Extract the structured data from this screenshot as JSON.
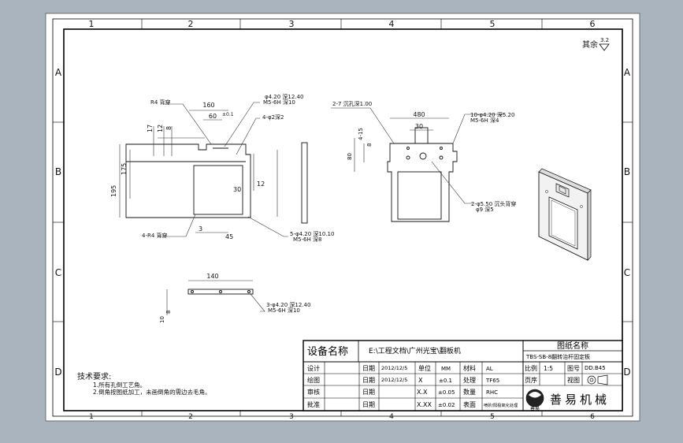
{
  "grid": {
    "columns": [
      "1",
      "2",
      "3",
      "4",
      "5",
      "6"
    ],
    "rows": [
      "A",
      "B",
      "C",
      "D"
    ]
  },
  "roughness": {
    "prefix": "其余",
    "value": "3.2"
  },
  "front_view": {
    "dims": {
      "w160": "160",
      "w60": "60",
      "tol60": "±0.1",
      "h195": "195",
      "h175": "175",
      "h17": "17",
      "h12": "12",
      "h8": "8",
      "d30": "30",
      "d12": "12",
      "d3": "3",
      "d45": "45"
    },
    "callouts": {
      "r4_top": "R4 背穿",
      "hole_top_1": "φ4.20 深12.40",
      "hole_top_2": "M5-6H 深10",
      "hole_right": "4-φ2深2",
      "r4_bottom": "4-R4 背穿",
      "hole_bottom_1": "5-φ4.20 深10.10",
      "hole_bottom_2": "M5-6H 深8"
    }
  },
  "side_view": {
    "dims": {
      "w480": "480",
      "w30": "30",
      "h8": "8",
      "h15": "4-15",
      "h80": "80"
    },
    "callouts": {
      "top_left": "2-7 沉孔深1.00",
      "top_right_1": "10-φ4.20 深5.20",
      "top_right_2": "M5-6H 深4",
      "bottom_1": "2-φ5.50 沉头背穿",
      "bottom_2": "φ9 深5"
    }
  },
  "bottom_view": {
    "dims": {
      "w140": "140",
      "h10": "10",
      "h8": "8"
    },
    "callouts": {
      "line1": "3-φ4.20 深12.40",
      "line2": "M5-6H 深10"
    }
  },
  "notes": {
    "title": "技术要求:",
    "items": [
      "1.所有孔倒工艺角。",
      "2.倒角按图纸加工，未画倒角的需边去毛角。"
    ]
  },
  "title_block": {
    "equipment_label": "设备名称",
    "equipment_path": "E:\\工程文档\\广州光宝\\翻板机",
    "drawing_label": "图纸名称",
    "drawing_name": "TBS-SB-8翻转治杆固定板",
    "rows": [
      {
        "role": "设计",
        "date_label": "日期",
        "date": "2012/12/5",
        "unit_label": "单位",
        "unit": "MM",
        "mat_label": "材料",
        "mat": "AL"
      },
      {
        "role": "绘图",
        "date_label": "日期",
        "date": "2012/12/5",
        "unit_label": "X",
        "unit": "±0.1",
        "mat_label": "处理",
        "mat": "TF65"
      },
      {
        "role": "审核",
        "date_label": "日期",
        "date": "",
        "unit_label": "X.X",
        "unit": "±0.05",
        "mat_label": "数量",
        "mat": "RHC"
      },
      {
        "role": "批准",
        "date_label": "日期",
        "date": "",
        "unit_label": "X.XX",
        "unit": "±0.02",
        "mat_label": "表面",
        "mat": "喷砂/阳极氧化处理"
      }
    ],
    "scale_label": "比例",
    "scale": "1:5",
    "drawing_no_label": "图号",
    "drawing_no": "DD.B45",
    "page_label": "页序",
    "view_label": "视图",
    "company": "善易机械",
    "logo_text": "善易"
  },
  "colors": {
    "background": "#a9b4bf",
    "paper": "#ffffff",
    "line": "#000000"
  }
}
